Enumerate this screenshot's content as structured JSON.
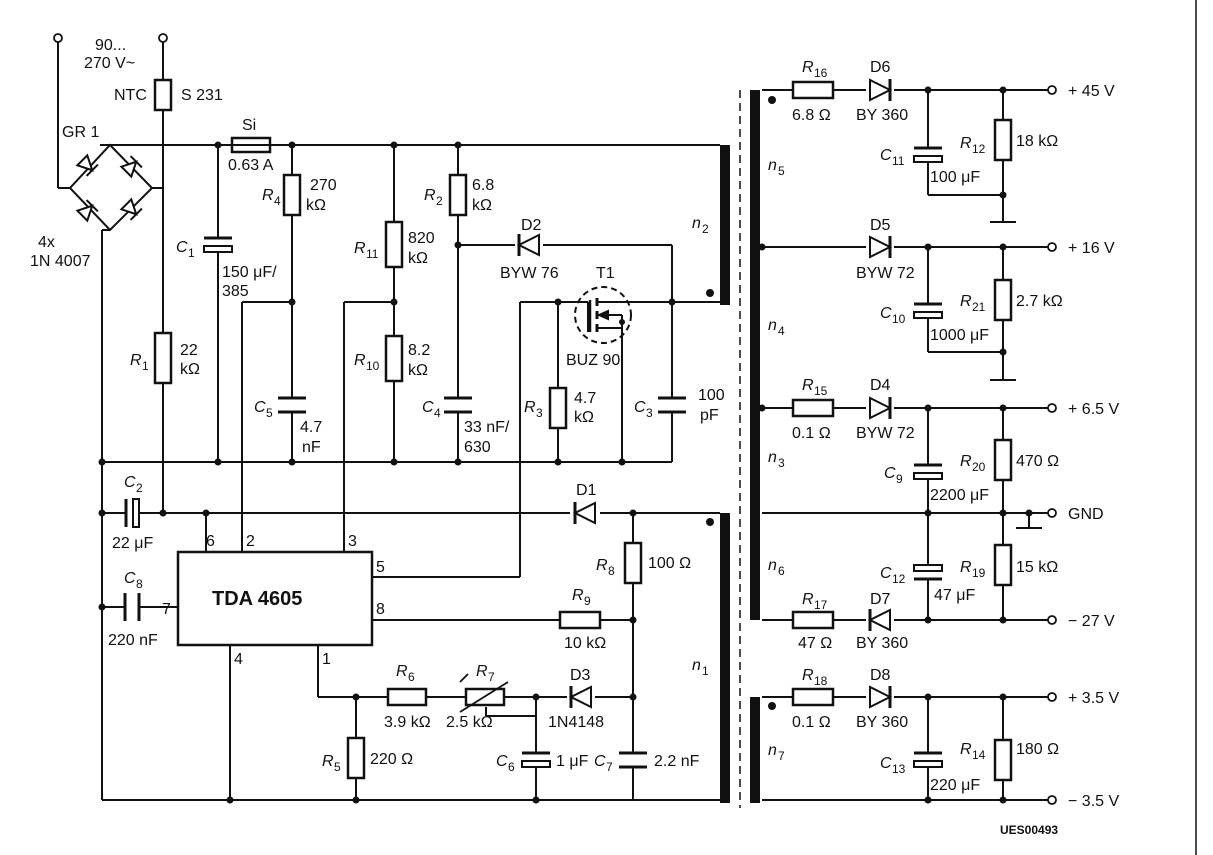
{
  "mains": {
    "voltage_top": "90...",
    "voltage_bottom": "270 V~"
  },
  "ntc": {
    "label": "NTC",
    "value": "S 231"
  },
  "bridge": {
    "name": "GR 1",
    "count": "4x",
    "part": "1N 4007"
  },
  "fuse": {
    "name": "Si",
    "value": "0.63 A"
  },
  "ic": {
    "name": "TDA 4605",
    "pins": {
      "p1": "1",
      "p2": "2",
      "p3": "3",
      "p4": "4",
      "p5": "5",
      "p6": "6",
      "p7": "7",
      "p8": "8"
    }
  },
  "resistors": {
    "r1": {
      "name": "R",
      "sub": "1",
      "value_top": "22",
      "value_bottom": "kΩ"
    },
    "r2": {
      "name": "R",
      "sub": "2",
      "value_top": "6.8",
      "value_bottom": "kΩ"
    },
    "r3": {
      "name": "R",
      "sub": "3",
      "value_top": "4.7",
      "value_bottom": "kΩ"
    },
    "r4": {
      "name": "R",
      "sub": "4",
      "value_top": "270",
      "value_bottom": "kΩ"
    },
    "r5": {
      "name": "R",
      "sub": "5",
      "value": "220 Ω"
    },
    "r6": {
      "name": "R",
      "sub": "6",
      "value": "3.9 kΩ"
    },
    "r7": {
      "name": "R",
      "sub": "7",
      "value": "2.5 kΩ"
    },
    "r8": {
      "name": "R",
      "sub": "8",
      "value": "100 Ω"
    },
    "r9": {
      "name": "R",
      "sub": "9",
      "value": "10 kΩ"
    },
    "r10": {
      "name": "R",
      "sub": "10",
      "value_top": "8.2",
      "value_bottom": "kΩ"
    },
    "r11": {
      "name": "R",
      "sub": "11",
      "value_top": "820",
      "value_bottom": "kΩ"
    },
    "r12": {
      "name": "R",
      "sub": "12",
      "value": "18 kΩ"
    },
    "r14": {
      "name": "R",
      "sub": "14",
      "value": "180 Ω"
    },
    "r15": {
      "name": "R",
      "sub": "15",
      "value": "0.1 Ω"
    },
    "r16": {
      "name": "R",
      "sub": "16",
      "value": "6.8 Ω"
    },
    "r17": {
      "name": "R",
      "sub": "17",
      "value": "47 Ω"
    },
    "r18": {
      "name": "R",
      "sub": "18",
      "value": "0.1 Ω"
    },
    "r19": {
      "name": "R",
      "sub": "19",
      "value": "15 kΩ"
    },
    "r20": {
      "name": "R",
      "sub": "20",
      "value": "470 Ω"
    },
    "r21": {
      "name": "R",
      "sub": "21",
      "value": "2.7 kΩ"
    }
  },
  "capacitors": {
    "c1": {
      "name": "C",
      "sub": "1",
      "value_top": "150 μF/",
      "value_bottom": "385"
    },
    "c2": {
      "name": "C",
      "sub": "2",
      "value": "22 μF"
    },
    "c3": {
      "name": "C",
      "sub": "3",
      "value_top": "100",
      "value_bottom": "pF"
    },
    "c4": {
      "name": "C",
      "sub": "4",
      "value_top": "33 nF/",
      "value_bottom": "630"
    },
    "c5": {
      "name": "C",
      "sub": "5",
      "value_top": "4.7",
      "value_bottom": "nF"
    },
    "c6": {
      "name": "C",
      "sub": "6",
      "value": "1 μF"
    },
    "c7": {
      "name": "C",
      "sub": "7",
      "value": "2.2 nF"
    },
    "c8": {
      "name": "C",
      "sub": "8",
      "value": "220 nF"
    },
    "c9": {
      "name": "C",
      "sub": "9",
      "value": "2200 μF"
    },
    "c10": {
      "name": "C",
      "sub": "10",
      "value": "1000 μF"
    },
    "c11": {
      "name": "C",
      "sub": "11",
      "value": "100 μF"
    },
    "c12": {
      "name": "C",
      "sub": "12",
      "value": "47 μF"
    },
    "c13": {
      "name": "C",
      "sub": "13",
      "value": "220 μF"
    }
  },
  "diodes": {
    "d1": {
      "name": "D1"
    },
    "d2": {
      "name": "D2",
      "part": "BYW 76"
    },
    "d3": {
      "name": "D3",
      "part": "1N4148"
    },
    "d4": {
      "name": "D4",
      "part": "BYW 72"
    },
    "d5": {
      "name": "D5",
      "part": "BYW 72"
    },
    "d6": {
      "name": "D6",
      "part": "BY 360"
    },
    "d7": {
      "name": "D7",
      "part": "BY 360"
    },
    "d8": {
      "name": "D8",
      "part": "BY 360"
    }
  },
  "transistor": {
    "name": "T1",
    "part": "BUZ 90"
  },
  "windings": {
    "n1": "1",
    "n2": "2",
    "n3": "3",
    "n4": "4",
    "n5": "5",
    "n6": "6",
    "n7": "7",
    "symbol": "n"
  },
  "outputs": {
    "v45": "+ 45 V",
    "v16": "+ 16 V",
    "v65": "+ 6.5 V",
    "gnd": "GND",
    "v27": "− 27 V",
    "v35p": "+ 3.5 V",
    "v35n": "− 3.5 V"
  },
  "drawing_id": "UES00493"
}
